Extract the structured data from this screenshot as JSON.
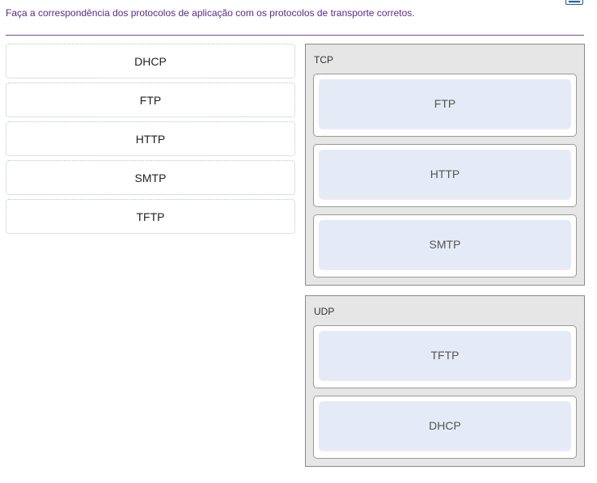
{
  "instruction": "Faça a correspondência dos protocolos de aplicação com os protocolos de transporte corretos.",
  "source_items": [
    {
      "label": "DHCP"
    },
    {
      "label": "FTP"
    },
    {
      "label": "HTTP"
    },
    {
      "label": "SMTP"
    },
    {
      "label": "TFTP"
    }
  ],
  "targets": {
    "tcp": {
      "label": "TCP",
      "slots": [
        {
          "value": "FTP"
        },
        {
          "value": "HTTP"
        },
        {
          "value": "SMTP"
        }
      ]
    },
    "udp": {
      "label": "UDP",
      "slots": [
        {
          "value": "TFTP"
        },
        {
          "value": "DHCP"
        }
      ]
    }
  },
  "colors": {
    "instruction_text": "#5b2a86",
    "divider": "#7d4a9e",
    "group_background": "#e6e6e6",
    "slot_fill": "#e4ebf6"
  }
}
